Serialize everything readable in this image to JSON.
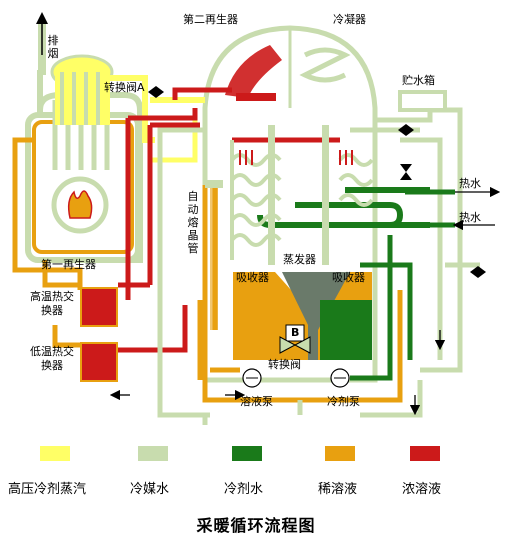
{
  "labels": {
    "exhaust": "排烟",
    "second_generator": "第二再生器",
    "condenser": "冷凝器",
    "switch_valve_a": "转换阀A",
    "water_tank": "贮水箱",
    "hot_water_1": "热水",
    "hot_water_2": "热水",
    "auto_melt_tube": "自动熔晶管",
    "first_generator": "第一再生器",
    "high_temp_exchanger": "高温热交换器",
    "low_temp_exchanger": "低温热交换器",
    "absorber_1": "吸收器",
    "evaporator": "蒸发器",
    "absorber_2": "吸收器",
    "valve_b": "B",
    "switch_valve": "转换阀",
    "solution_pump": "溶液泵",
    "refrigerant_pump": "冷剂泵"
  },
  "legend": [
    {
      "label": "高压冷剂蒸汽",
      "color": "#ffff66"
    },
    {
      "label": "冷媒水",
      "color": "#c8dcae"
    },
    {
      "label": "冷剂水",
      "color": "#1a7a1a"
    },
    {
      "label": "稀溶液",
      "color": "#e8a010"
    },
    {
      "label": "浓溶液",
      "color": "#cc1a1a"
    }
  ],
  "caption": "采暖循环流程图"
}
